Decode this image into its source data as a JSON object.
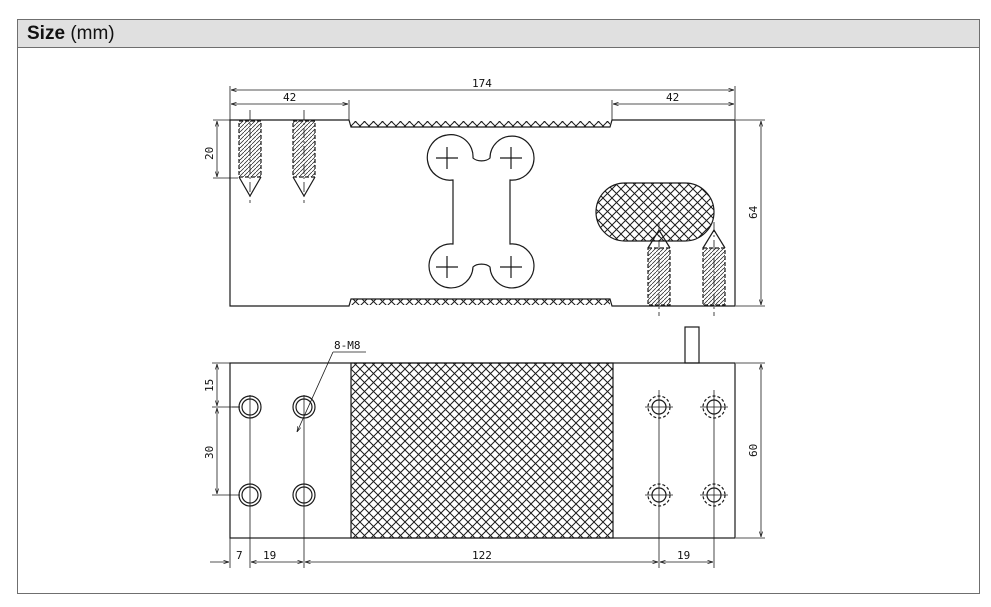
{
  "header": {
    "title_bold": "Size",
    "title_unit": "(mm)"
  },
  "top_view": {
    "dim_overall_length": "174",
    "dim_left_recess": "42",
    "dim_right_recess": "42",
    "dim_hole_depth": "20",
    "dim_height": "64"
  },
  "bottom_view": {
    "thread_callout": "8-M8",
    "dim_top_offset": "15",
    "dim_hole_spacing_vertical": "30",
    "dim_width": "60",
    "dim_edge_offset": "7",
    "dim_left_hole_spacing": "19",
    "dim_middle_span": "122",
    "dim_right_hole_spacing": "19"
  },
  "colors": {
    "line": "#1a1a1a",
    "header_bg": "#e0e0e0",
    "border": "#6f6f6f"
  }
}
